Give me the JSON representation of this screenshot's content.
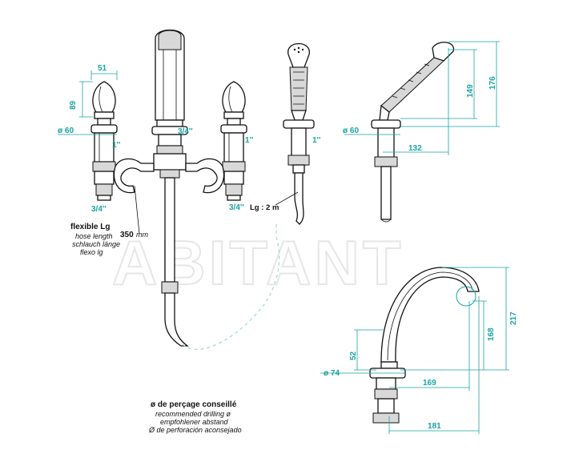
{
  "watermark": "ABITANT",
  "colors": {
    "dimension": "#1aa3a3",
    "line": "#111111"
  },
  "mixer_dims": {
    "d51": "51",
    "d89": "89",
    "d60": "ø 60",
    "d34_top": "3/4''",
    "d1_left": "1''",
    "d1_right": "1''",
    "d34_left": "3/4''",
    "d34_right": "3/4''"
  },
  "flexible": {
    "title": "flexible Lg",
    "line1": "hose length",
    "line2": "schlauch länge",
    "line3": "flexo lg",
    "length": "350",
    "unit": "mm"
  },
  "shower_dims": {
    "d1": "1''",
    "lg": "Lg : 2 m"
  },
  "shower_side_dims": {
    "d60": "ø 60",
    "d132": "132",
    "d149": "149",
    "d176": "176"
  },
  "spout_dims": {
    "d52": "52",
    "d74": "ø 74",
    "d169": "169",
    "d181": "181",
    "d168": "168",
    "d217": "217"
  },
  "drilling": {
    "title": "ø de perçage conseillé",
    "line1": "recommended drilling ø",
    "line2": "empfohlener abstand",
    "line3": "Ø de perforación aconsejado"
  }
}
